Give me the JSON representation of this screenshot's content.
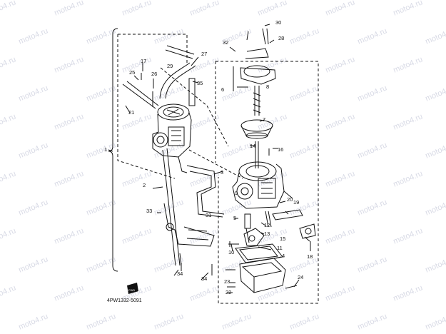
{
  "watermark_text": "moto4.ru",
  "figure_code": "4PW1332-5091",
  "part_callouts": [
    "1",
    "2",
    "3",
    "4",
    "5",
    "6",
    "7",
    "8",
    "9",
    "10",
    "11",
    "12",
    "13",
    "14",
    "15",
    "16",
    "17",
    "18",
    "19",
    "20",
    "21",
    "22",
    "23",
    "24",
    "25",
    "26",
    "27",
    "28",
    "29",
    "30",
    "31",
    "32",
    "33",
    "34",
    "35"
  ],
  "front_marker": "FWD",
  "colors": {
    "line": "#111111",
    "watermark": "#d9dbe6"
  }
}
